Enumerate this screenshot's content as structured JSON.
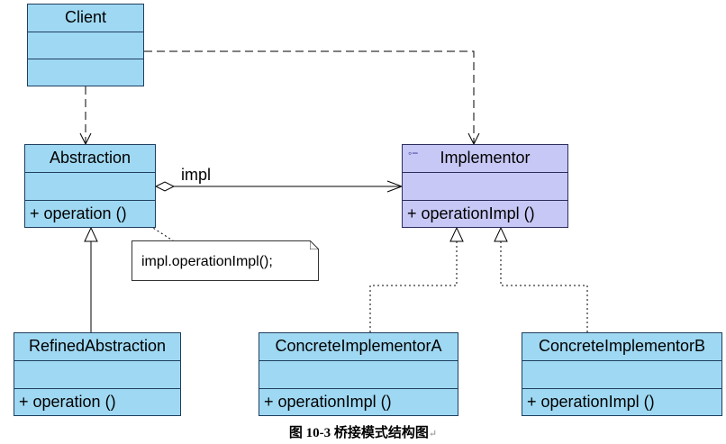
{
  "classes": {
    "client": {
      "name": "Client"
    },
    "abstraction": {
      "name": "Abstraction",
      "operation": "+  operation ()"
    },
    "implementor": {
      "name": "Implementor",
      "operation": "+  operationImpl ()",
      "marker": "◦−"
    },
    "refined": {
      "name": "RefinedAbstraction",
      "operation": "+  operation ()"
    },
    "concrete_a": {
      "name": "ConcreteImplementorA",
      "operation": "+  operationImpl ()"
    },
    "concrete_b": {
      "name": "ConcreteImplementorB",
      "operation": "+  operationImpl ()"
    }
  },
  "association_label": "impl",
  "note_text": "impl.operationImpl();",
  "caption": {
    "text": "图 10-3  桥接模式结构图",
    "end_mark": "↵"
  },
  "colors": {
    "class_fill": "#9fd8f2",
    "interface_fill": "#c8c8f6",
    "line": "#000000"
  }
}
